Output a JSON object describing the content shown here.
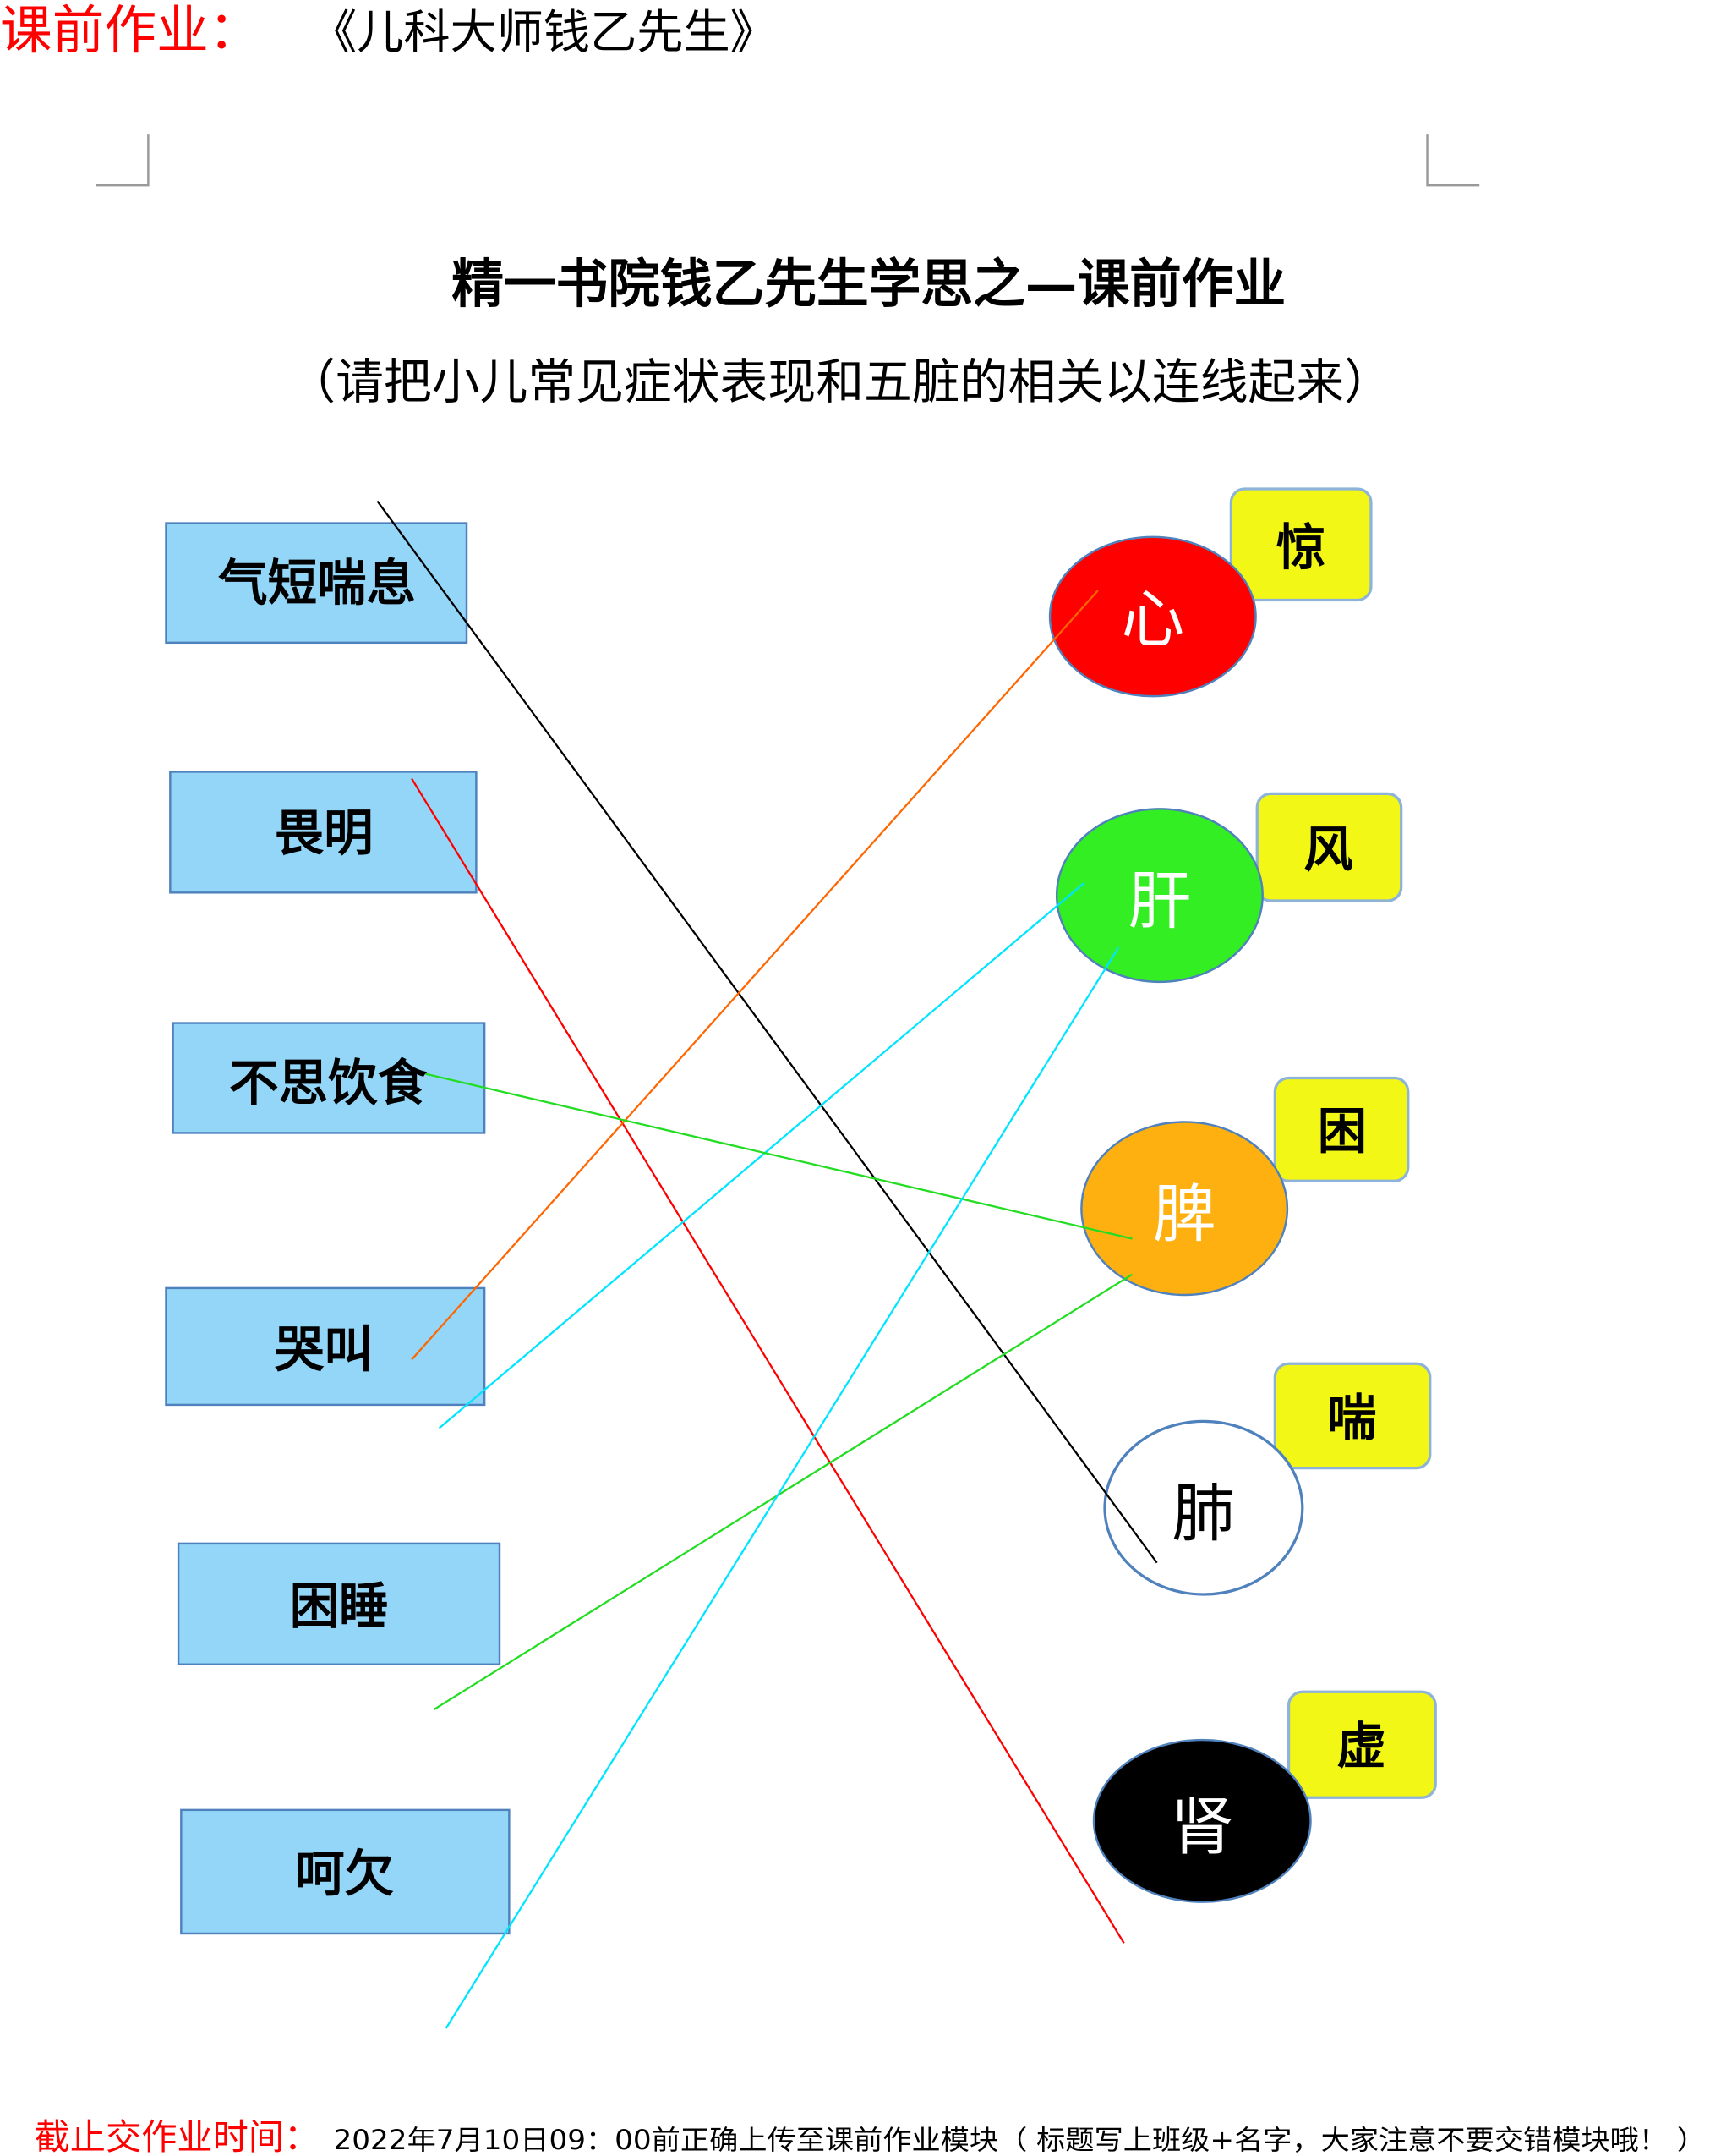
{
  "header": {
    "label": "课前作业：",
    "book": "《儿科大师钱乙先生》"
  },
  "title": "精一书院钱乙先生学思之—课前作业",
  "subtitle": "（请把小儿常见症状表现和五脏的相关以连线起来）",
  "symptoms": [
    "气短喘息",
    "畏明",
    "不思饮食",
    "哭叫",
    "困睡",
    "呵欠"
  ],
  "organs": [
    {
      "name": "心",
      "tag": "惊",
      "color": "#ff0000"
    },
    {
      "name": "肝",
      "tag": "风",
      "color": "#33ee22"
    },
    {
      "name": "脾",
      "tag": "困",
      "color": "#fdb010"
    },
    {
      "name": "肺",
      "tag": "喘",
      "color": "#ffffff"
    },
    {
      "name": "肾",
      "tag": "虚",
      "color": "#000000"
    }
  ],
  "footer": {
    "label": "截止交作业时间：",
    "text": "2022年7月10日09：00前正确上传至课前作业模块（ 标题写上班级+名字，大家注意不要交错模块哦！ ）"
  }
}
